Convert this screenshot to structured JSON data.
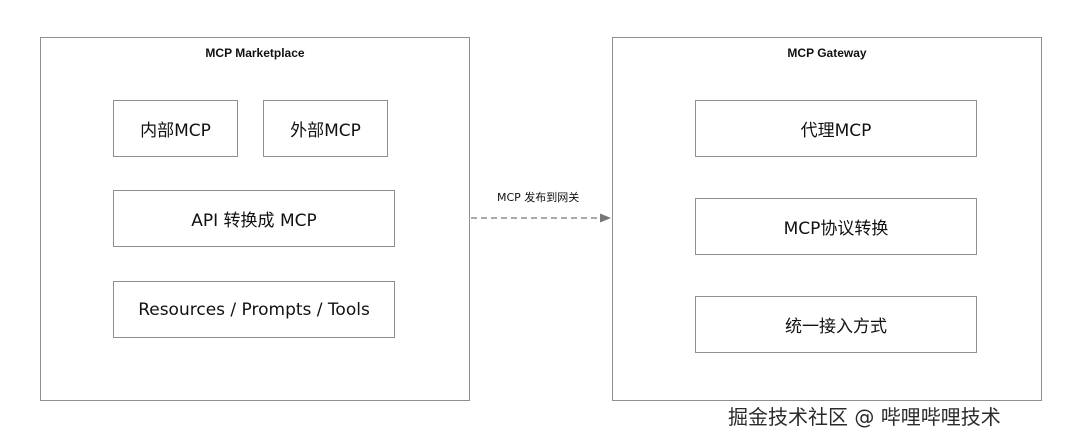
{
  "marketplace": {
    "title": "MCP Marketplace",
    "nodes": {
      "internal": "内部MCP",
      "external": "外部MCP",
      "api_convert": "API 转换成 MCP",
      "resources": "Resources / Prompts / Tools"
    }
  },
  "gateway": {
    "title": "MCP Gateway",
    "nodes": {
      "proxy": "代理MCP",
      "protocol": "MCP协议转换",
      "access": "统一接入方式"
    }
  },
  "edge": {
    "label": "MCP 发布到网关"
  },
  "watermark": "掘金技术社区 @ 哔哩哔哩技术",
  "colors": {
    "border": "#8f8f8f",
    "arrow": "#777777",
    "text": "#111111"
  }
}
